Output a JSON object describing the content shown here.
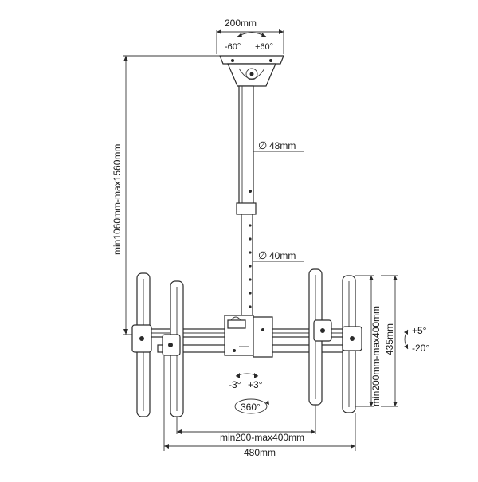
{
  "dimensions": {
    "top_plate_width": "200mm",
    "swivel_left": "-60°",
    "swivel_right": "+60°",
    "upper_pole_diameter": "48mm",
    "lower_pole_diameter": "40mm",
    "total_height": "min1060mm-max1560mm",
    "vesa_vertical_range": "min200mm-max400mm",
    "bracket_height": "435mm",
    "tilt_up": "+5°",
    "tilt_down": "-20°",
    "level_left": "-3°",
    "level_right": "+3°",
    "rotation": "360°",
    "vesa_horizontal_range": "min200-max400mm",
    "overall_width": "480mm",
    "diameter_symbol": "∅"
  }
}
